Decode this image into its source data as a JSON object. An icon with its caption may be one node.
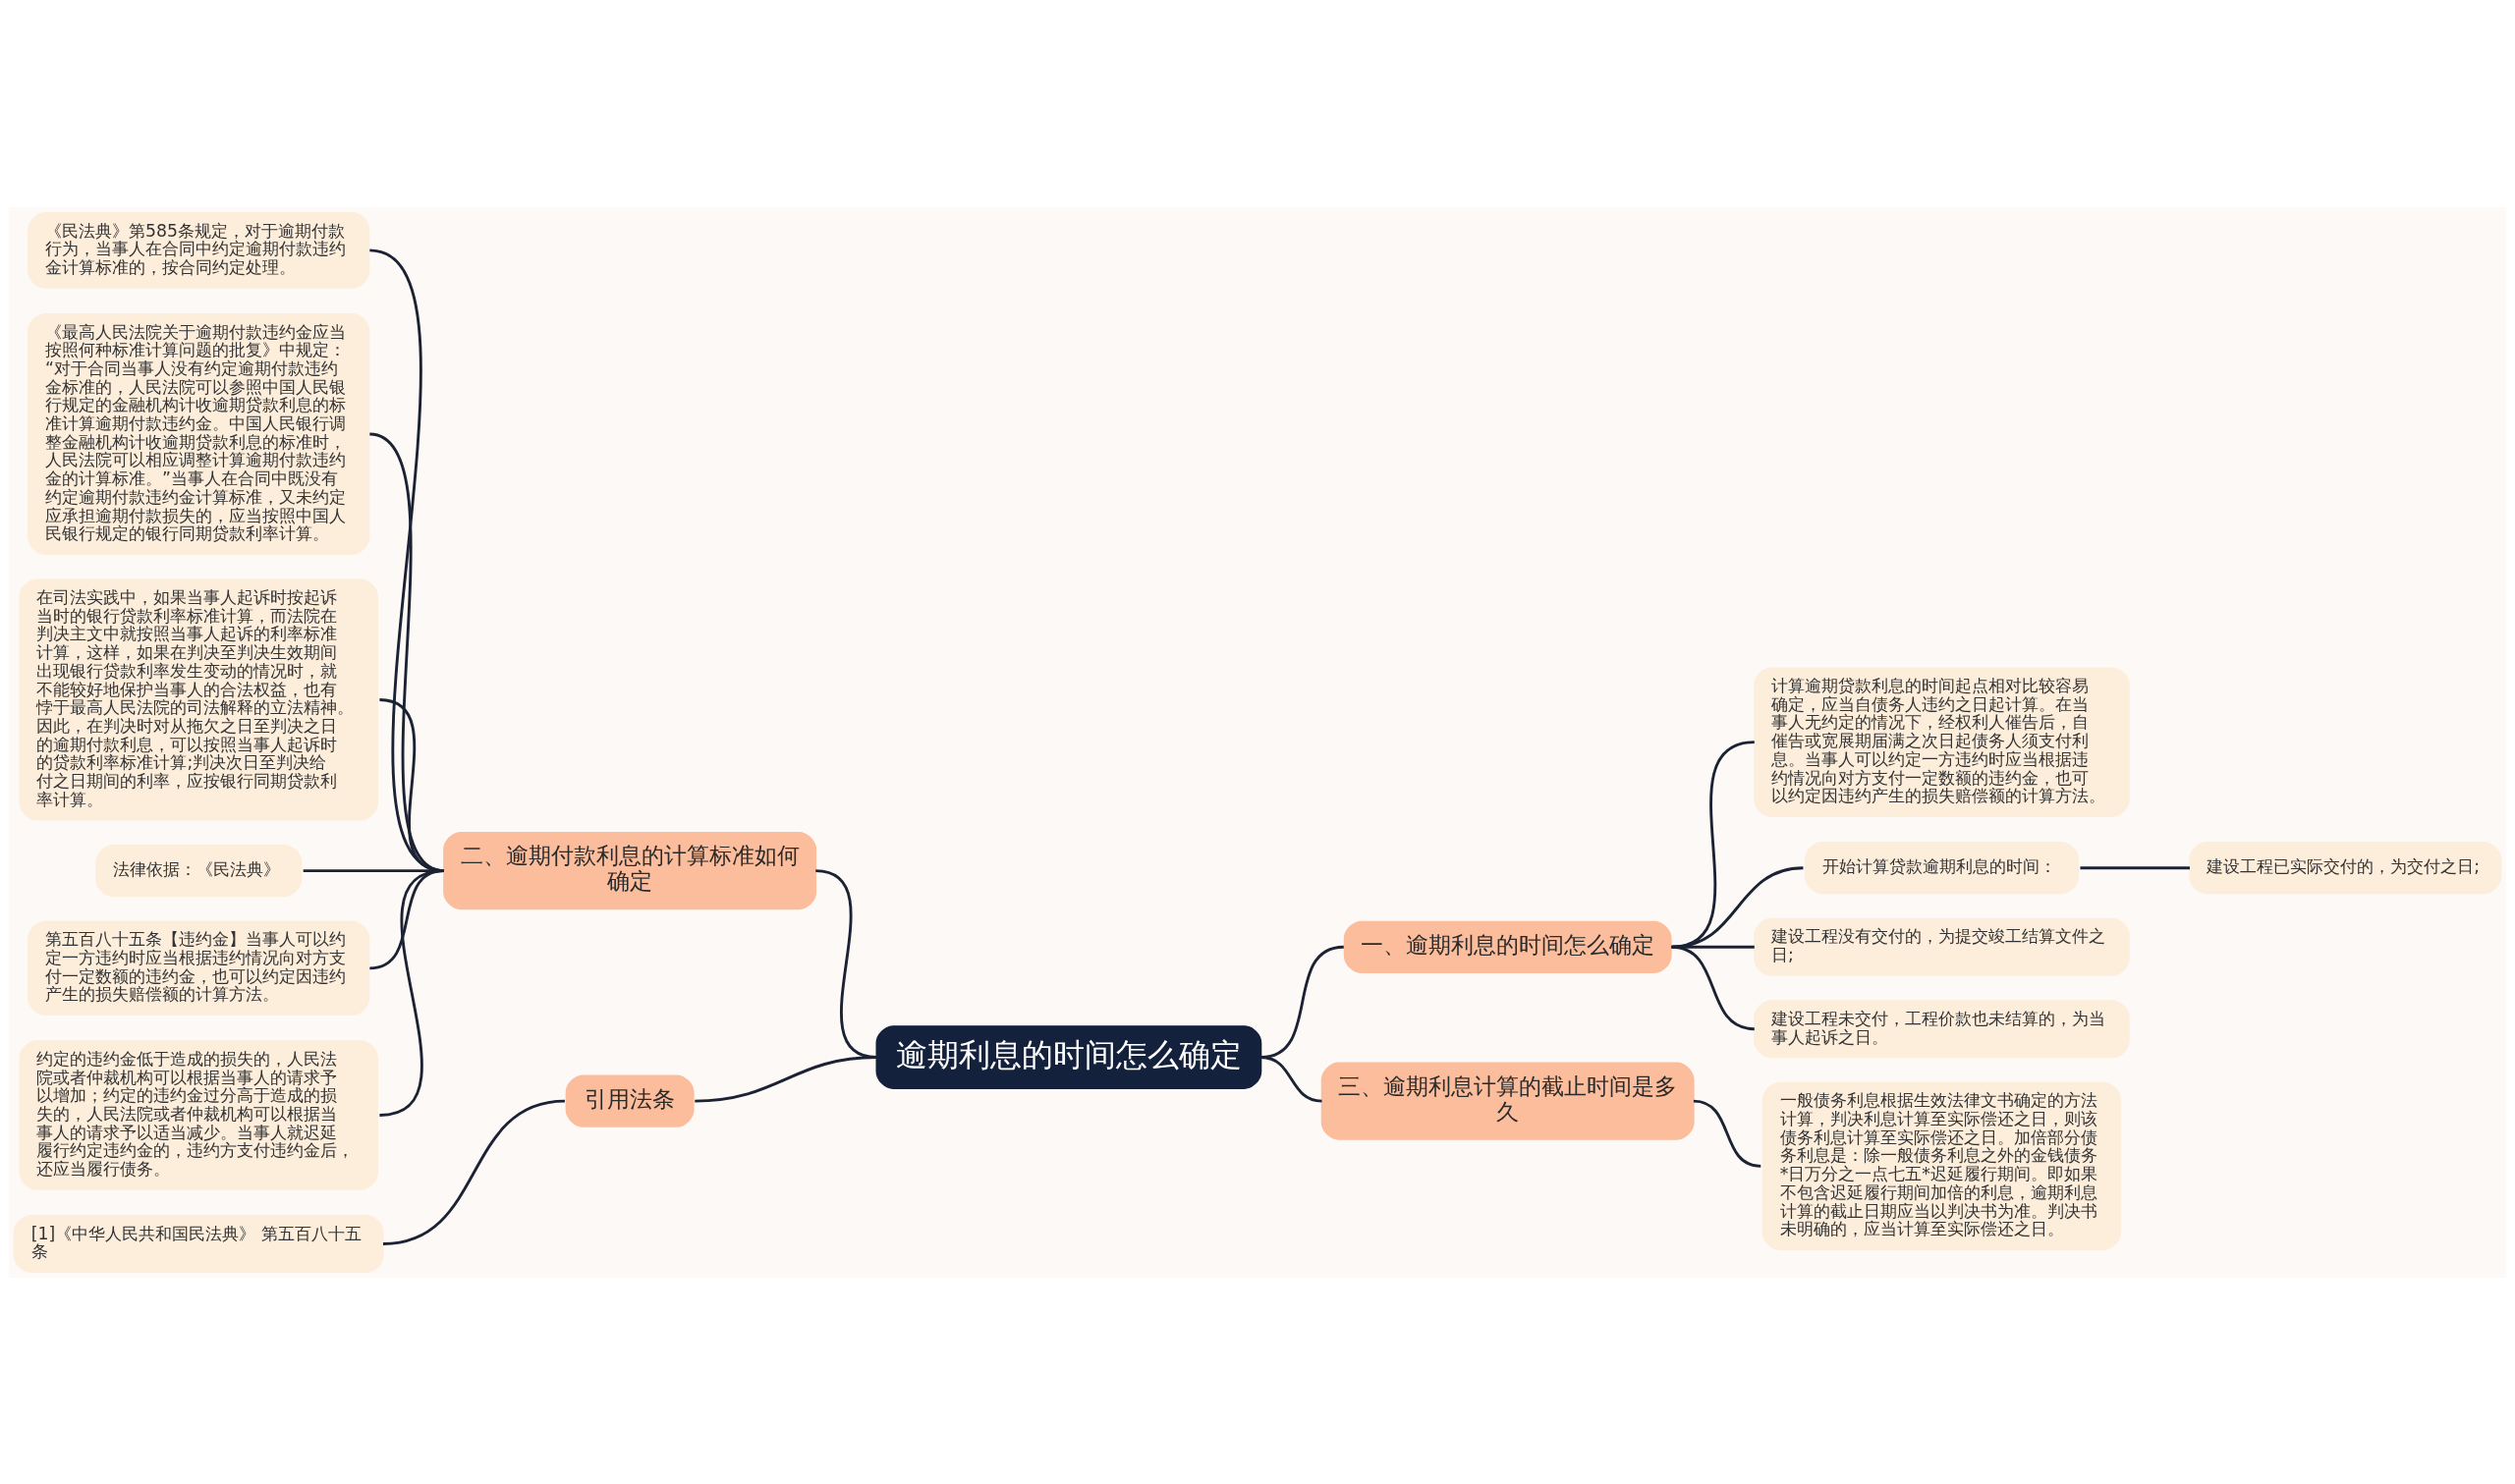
{
  "diagram": {
    "nodes": [
      {
        "text": [
          "逾期利息的时间怎么确定"
        ]
      },
      {
        "text": [
          "一、逾期利息的时间怎么确定"
        ]
      },
      {
        "text": [
          "计算逾期贷款利息的时间起点相对比较容易确定，应当自债务人违约之日起计算。在当事人无约定的情况下，经权利人催告后，自催告或宽展期届满之次日起债务人须支付利息。当事人可以约定一方违约时应当根据违约情况向对方支付一定数额的违约金，也可以约定因违约产生的损失赔偿额的计算方法。"
        ]
      },
      {
        "text": [
          "开始计算贷款逾期利息的时间："
        ]
      },
      {
        "text": [
          "建设工程已实际交付的，为交付之日;"
        ]
      },
      {
        "text": [
          "建设工程没有交付的，为提交竣工结算文件之日;"
        ]
      },
      {
        "text": [
          "建设工程未交付，工程价款也未结算的，为当事人起诉之日。"
        ]
      },
      {
        "text": [
          "二、逾期付款利息的计算标准如何确定"
        ]
      },
      {
        "text": [
          "《民法典》第585条规定，对于逾期付款行为，当事人在合同中约定逾期付款违约金计算标准的，按合同约定处理。"
        ]
      },
      {
        "text": [
          "《最高人民法院关于逾期付款违约金应当按照何种标准计算问题的批复》中规定：“对于合同当事人没有约定逾期付款违约金标准的，人民法院可以参照中国人民银行规定的金融机构计收逾期贷款利息的标准计算逾期付款违约金。中国人民银行调整金融机构计收逾期贷款利息的标准时，人民法院可以相应调整计算逾期付款违约金的计算标准。”当事人在合同中既没有约定逾期付款违约金计算标准，又未约定应承担逾期付款损失的，应当按照中国人民银行规定的银行同期贷款利率计算。"
        ]
      },
      {
        "text": [
          "在司法实践中，如果当事人起诉时按起诉当时的银行贷款利率标准计算，而法院在判决主文中就按照当事人起诉的利率标准计算，这样，如果在判决至判决生效期间出现银行贷款利率发生变动的情况时，就不能较好地保护当事人的合法权益，也有悖于最高人民法院的司法解释的立法精神。因此，在判决时对从拖欠之日至判决之日的逾期付款利息，可以按照当事人起诉时的贷款利率标准计算;判决次日至判决给付之日期间的利率，应按银行同期贷款利率计算。"
        ]
      },
      {
        "text": [
          "法律依据：《民法典》"
        ]
      },
      {
        "text": [
          "第五百八十五条【违约金】当事人可以约定一方违约时应当根据违约情况向对方支付一定数额的违约金，也可以约定因违约产生的损失赔偿额的计算方法。"
        ]
      },
      {
        "text": [
          "约定的违约金低于造成的损失的，人民法院或者仲裁机构可以根据当事人的请求予以增加；约定的违约金过分高于造成的损失的，人民法院或者仲裁机构可以根据当事人的请求予以适当减少。当事人就迟延履行约定违约金的，违约方支付违约金后，还应当履行债务。"
        ]
      },
      {
        "text": [
          "三、逾期利息计算的截止时间是多久"
        ]
      },
      {
        "text": [
          "一般债务利息根据生效法律文书确定的方法计算，判决利息计算至实际偿还之日，则该债务利息计算至实际偿还之日。加倍部分债务利息是：除一般债务利息之外的金钱债务*日万分之一点七五*迟延履行期间。即如果不包含迟延履行期间加倍的利息，逾期利息计算的截止日期应当以判决书为准。判决书未明确的，应当计算至实际偿还之日。"
        ]
      },
      {
        "text": [
          "引用法条"
        ]
      },
      {
        "text": [
          "[1]《中华人民共和国民法典》 第五百八十五条"
        ]
      }
    ],
    "edges": [
      {
        "from": 0,
        "to": 1,
        "arrow": "none"
      },
      {
        "from": 1,
        "to": 2,
        "arrow": "none"
      },
      {
        "from": 1,
        "to": 3,
        "arrow": "none"
      },
      {
        "from": 3,
        "to": 4,
        "arrow": "none"
      },
      {
        "from": 1,
        "to": 5,
        "arrow": "none"
      },
      {
        "from": 1,
        "to": 6,
        "arrow": "none"
      },
      {
        "from": 0,
        "to": 7,
        "arrow": "none"
      },
      {
        "from": 7,
        "to": 8,
        "arrow": "none"
      },
      {
        "from": 7,
        "to": 9,
        "arrow": "none"
      },
      {
        "from": 7,
        "to": 10,
        "arrow": "none"
      },
      {
        "from": 7,
        "to": 11,
        "arrow": "none"
      },
      {
        "from": 7,
        "to": 12,
        "arrow": "none"
      },
      {
        "from": 7,
        "to": 13,
        "arrow": "none"
      },
      {
        "from": 0,
        "to": 14,
        "arrow": "none"
      },
      {
        "from": 14,
        "to": 15,
        "arrow": "none"
      },
      {
        "from": 0,
        "to": 16,
        "arrow": "none"
      },
      {
        "from": 16,
        "to": 17,
        "arrow": "none"
      }
    ]
  }
}
